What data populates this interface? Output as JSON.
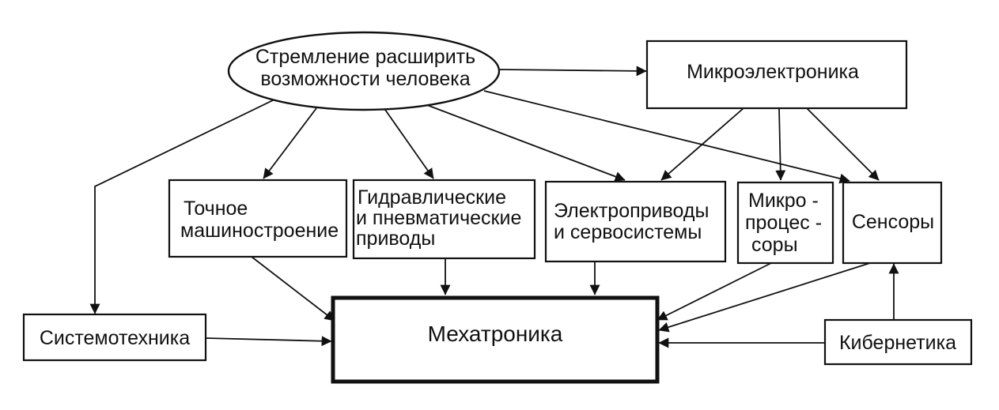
{
  "nodes": {
    "goal": {
      "line1": "Стремление расширить",
      "line2": "возможности человека"
    },
    "microelectronics": {
      "label": "Микроэлектроника"
    },
    "precision": {
      "line1": "Точное",
      "line2": "машиностроение"
    },
    "hydraulic": {
      "line1": "Гидравлические",
      "line2": "и пневматические",
      "line3": "приводы"
    },
    "electric": {
      "line1": "Электроприводы",
      "line2": "и сервосистемы"
    },
    "microproc": {
      "line1": "Микро -",
      "line2": "процес -",
      "line3": "соры"
    },
    "sensors": {
      "label": "Сенсоры"
    },
    "systems": {
      "label": "Системотехника"
    },
    "mechatronics": {
      "label": "Мехатроника"
    },
    "cybernetics": {
      "label": "Кибернетика"
    }
  },
  "colors": {
    "stroke": "#111111",
    "background": "#ffffff"
  }
}
